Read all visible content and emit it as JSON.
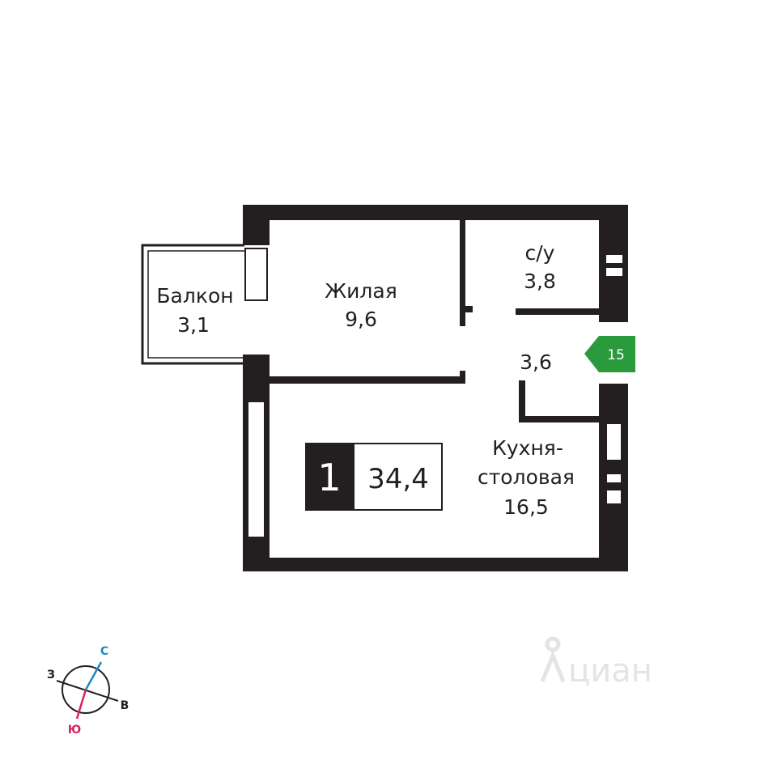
{
  "rooms": {
    "balcony": {
      "name": "Балкон",
      "area": "3,1"
    },
    "living": {
      "name": "Жилая",
      "area": "9,6"
    },
    "bathroom": {
      "name": "с/у",
      "area": "3,8"
    },
    "hall": {
      "area": "3,6"
    },
    "kitchen": {
      "name_line1": "Кухня-",
      "name_line2": "столовая",
      "area": "16,5"
    }
  },
  "badge": {
    "rooms": "1",
    "total_area": "34,4"
  },
  "floor_marker": {
    "value": "15",
    "color": "#2a9a3c"
  },
  "compass": {
    "north": "С",
    "south": "Ю",
    "west": "З",
    "east": "В",
    "north_color": "#1e88c7",
    "south_color": "#d6245a"
  },
  "watermark": {
    "text": "циан"
  },
  "colors": {
    "wall": "#231f20",
    "background": "#ffffff"
  }
}
